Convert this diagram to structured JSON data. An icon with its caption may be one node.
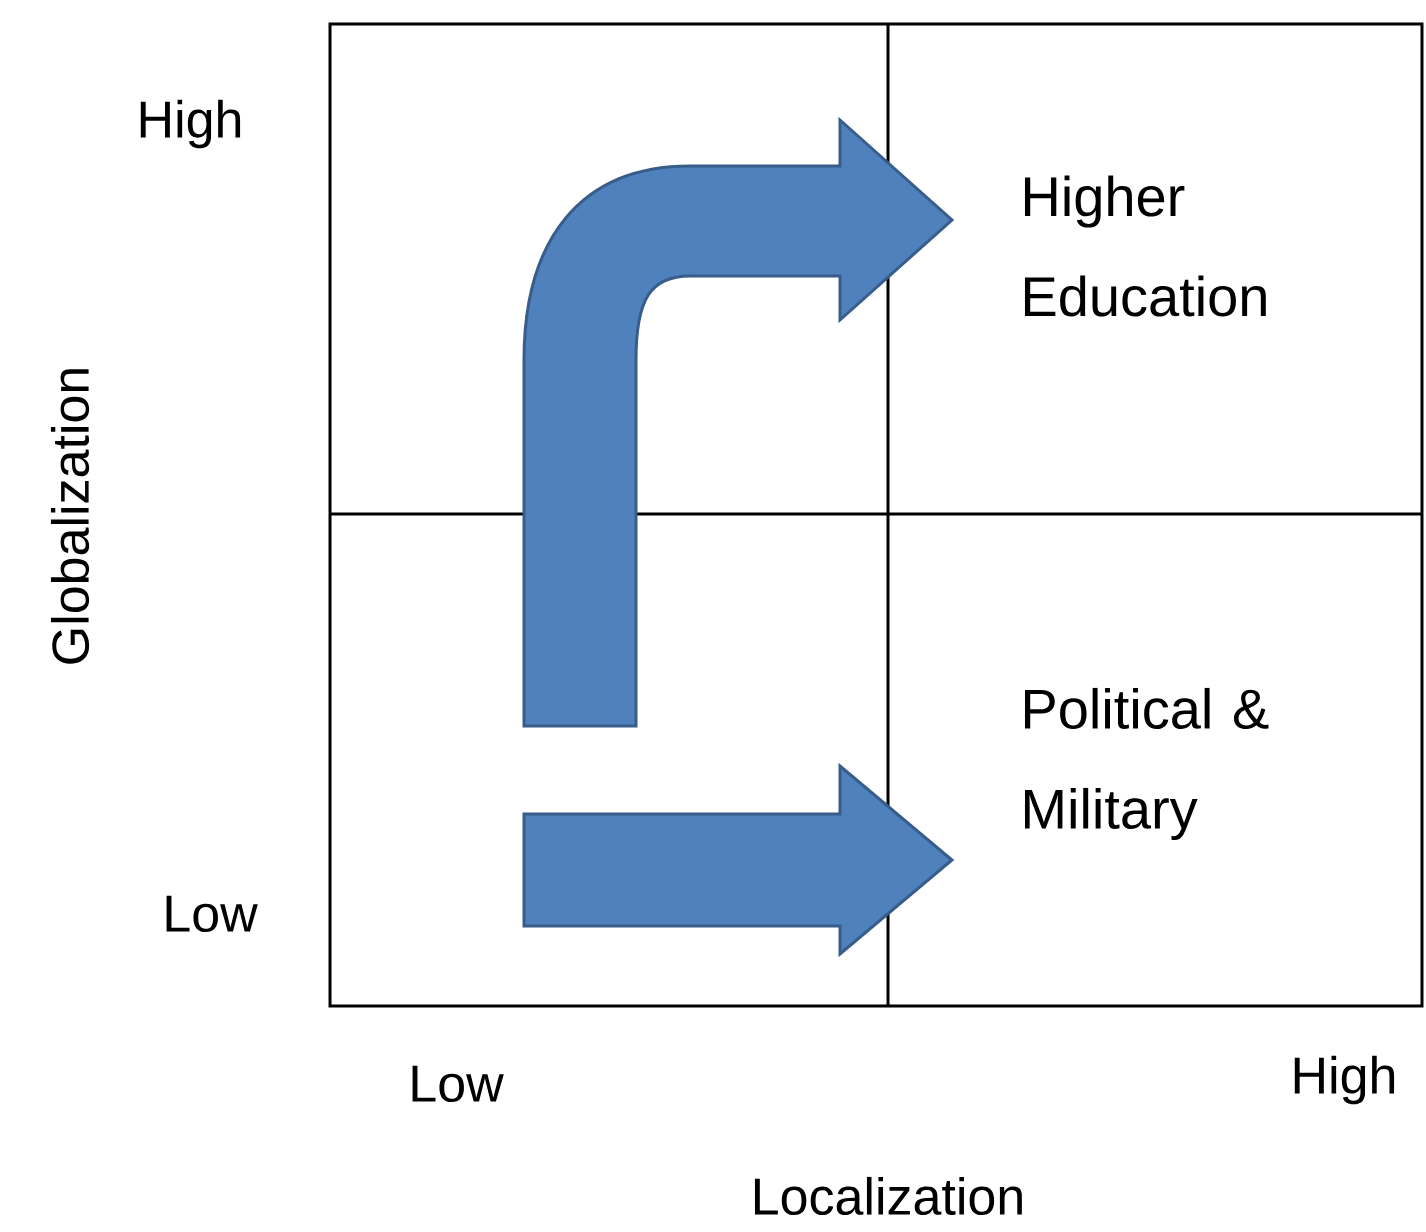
{
  "diagram": {
    "labels": [
      "High",
      "Higher Education",
      "Globalization",
      "Political & Military",
      "Low",
      "Low",
      "High",
      "Localization"
    ]
  }
}
